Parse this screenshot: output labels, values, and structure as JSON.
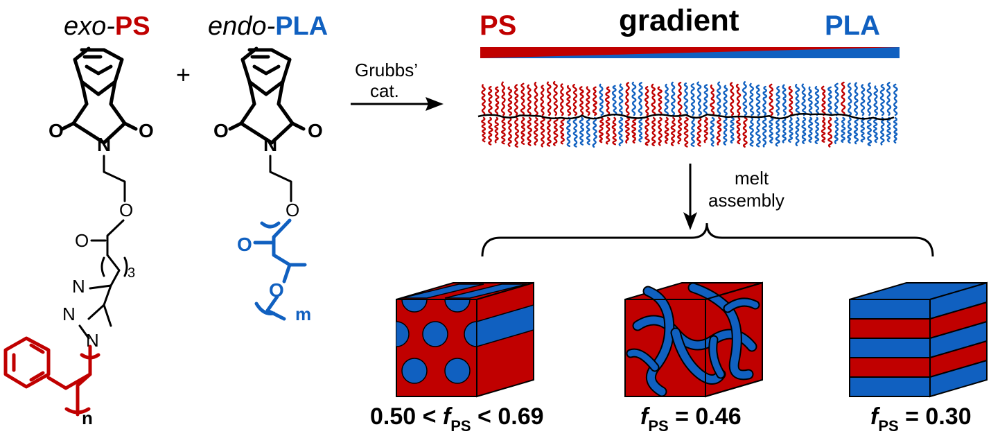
{
  "colors": {
    "ps": "#c00000",
    "pla": "#1060c0",
    "ink": "#000000"
  },
  "monomers": {
    "exo_label_prefix": "exo-",
    "exo_label_suffix": "PS",
    "endo_label_prefix": "endo-",
    "endo_label_suffix": "PLA",
    "plus": "+",
    "atoms": {
      "O": "O",
      "N": "N",
      "sub3": "3",
      "n": "n",
      "m": "m"
    }
  },
  "reaction": {
    "catalyst_line1": "Grubbs’",
    "catalyst_line2": "cat."
  },
  "gradient": {
    "left": "PS",
    "center": "gradient",
    "right": "PLA"
  },
  "assembly": {
    "line1": "melt",
    "line2": "assembly"
  },
  "morphologies": [
    {
      "fraction_left": "0.50 < ",
      "f": "f",
      "sub": "PS",
      "fraction_right": " < 0.69"
    },
    {
      "fraction_left": "",
      "f": "f",
      "sub": "PS",
      "fraction_right": " = 0.46"
    },
    {
      "fraction_left": "",
      "f": "f",
      "sub": "PS",
      "fraction_right": " = 0.30"
    }
  ]
}
